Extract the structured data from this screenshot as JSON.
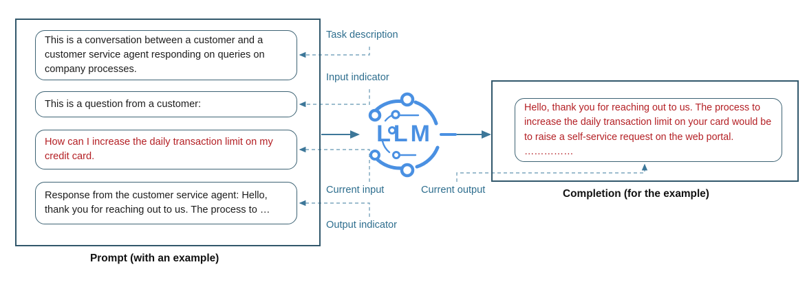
{
  "diagram": {
    "title_prompt_caption": "Prompt (with an example)",
    "title_completion_caption": "Completion (for the example)",
    "colors": {
      "box_border": "#31576b",
      "card_border": "#3c6273",
      "annotation_text": "#2e6e8e",
      "highlight_text": "#b42025",
      "body_text": "#1b1b1b",
      "logo_blue": "#4a90e2",
      "arrow_blue": "#3d7799"
    }
  },
  "prompt": {
    "caption": "Prompt (with an example)",
    "cards": [
      {
        "name": "task-description",
        "text": "This is a conversation between a customer and a customer service agent responding on queries on company processes.",
        "style": "plain"
      },
      {
        "name": "input-indicator",
        "text": "This is a question from a customer:",
        "style": "plain"
      },
      {
        "name": "current-input",
        "text": "How can I increase the daily transaction limit on my credit card.",
        "style": "red"
      },
      {
        "name": "output-indicator",
        "text": "Response from the customer service agent: Hello, thank you for reaching out to us. The process to …",
        "style": "plain"
      }
    ]
  },
  "annotations": {
    "task_description": "Task description",
    "input_indicator": "Input indicator",
    "current_input": "Current input",
    "output_indicator": "Output indicator",
    "current_output": "Current output"
  },
  "model": {
    "logo_label": "LLM",
    "icon": "llm-network-icon"
  },
  "completion": {
    "caption": "Completion (for the example)",
    "text": "Hello, thank you for reaching out to us. The process to increase the daily transaction limit on your card would be to raise a self-service request on the web portal. ……………"
  }
}
